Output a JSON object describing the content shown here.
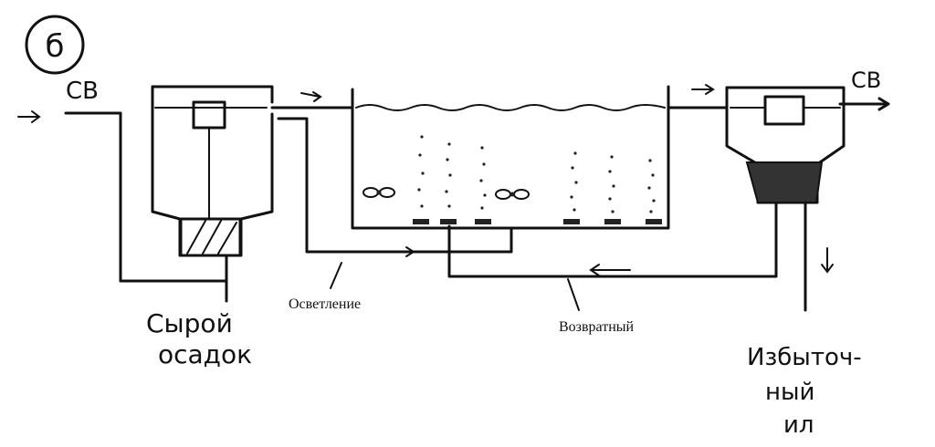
{
  "labels": {
    "scheme_number": "б",
    "inlet": "СВ",
    "outlet": "СВ",
    "raw_sludge_line1": "Сырой",
    "raw_sludge_line2": "осадок",
    "clarification": "Осветление",
    "return": "Возвратный",
    "excess_line1": "Избыточ-",
    "excess_line2": "ный",
    "excess_line3": "ил"
  }
}
